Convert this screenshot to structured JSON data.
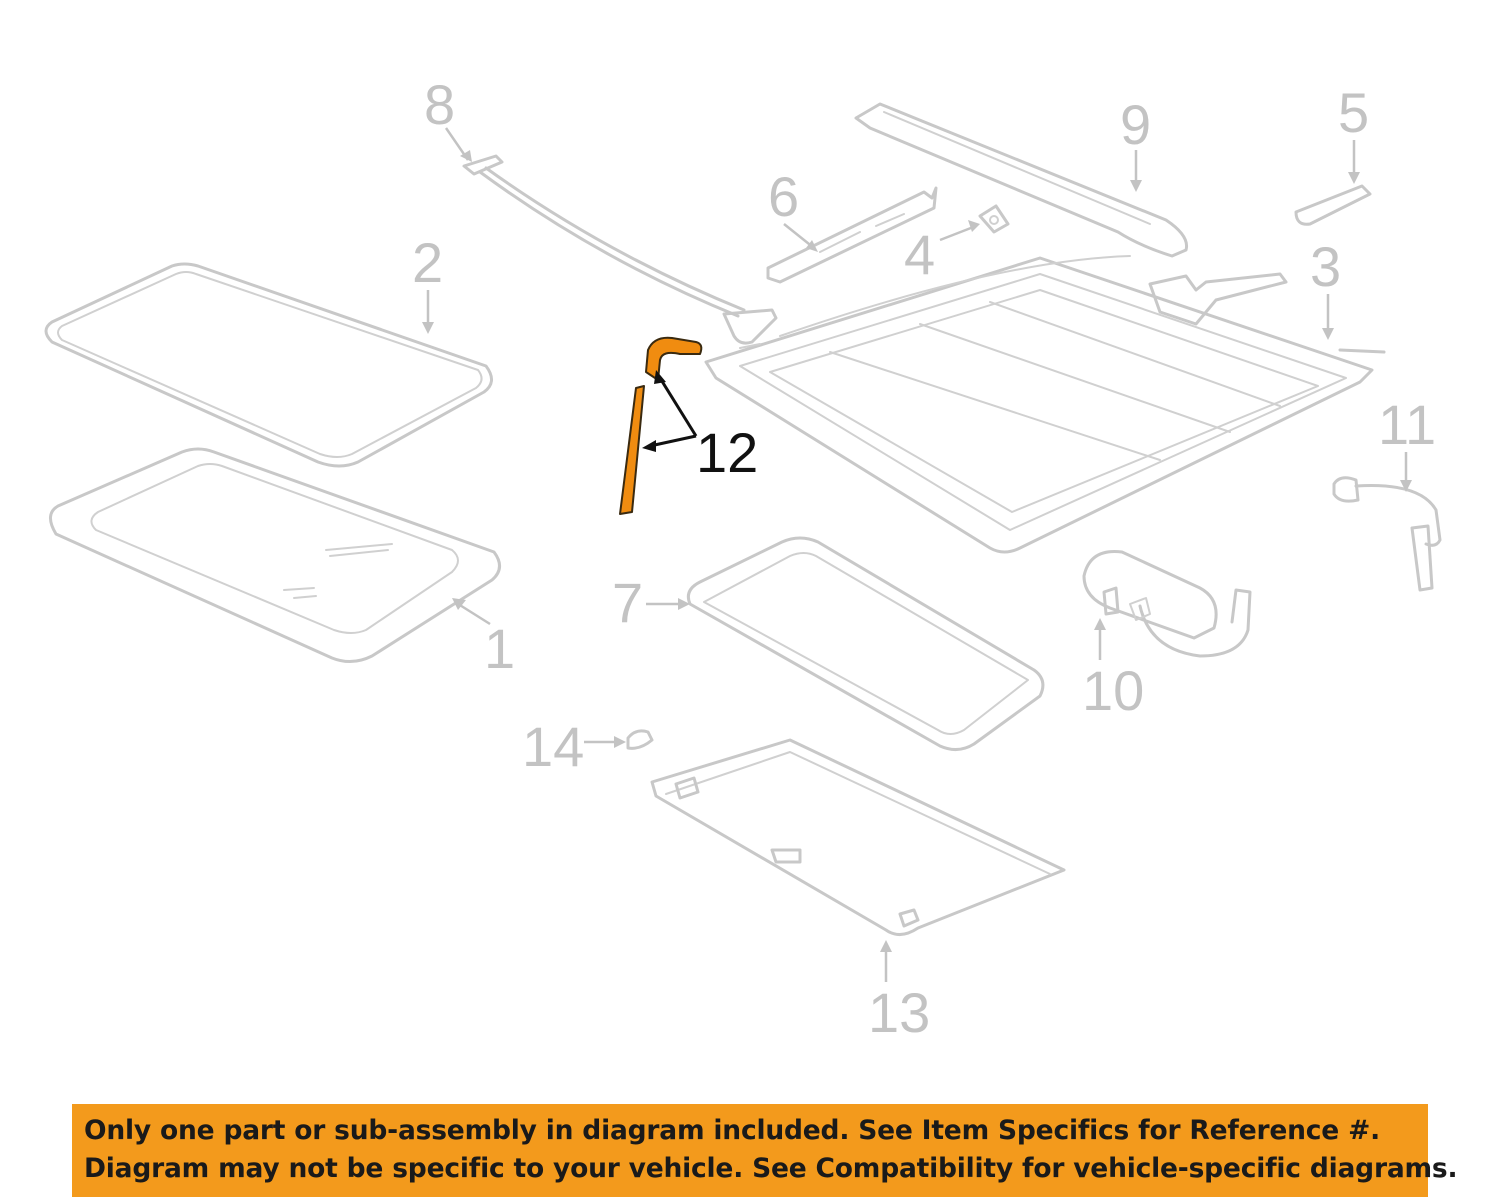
{
  "diagram": {
    "callouts": [
      {
        "id": "1",
        "label": "1"
      },
      {
        "id": "2",
        "label": "2"
      },
      {
        "id": "3",
        "label": "3"
      },
      {
        "id": "4",
        "label": "4"
      },
      {
        "id": "5",
        "label": "5"
      },
      {
        "id": "6",
        "label": "6"
      },
      {
        "id": "7",
        "label": "7"
      },
      {
        "id": "8",
        "label": "8"
      },
      {
        "id": "9",
        "label": "9"
      },
      {
        "id": "10",
        "label": "10"
      },
      {
        "id": "11",
        "label": "11"
      },
      {
        "id": "12",
        "label": "12",
        "highlighted": true
      },
      {
        "id": "13",
        "label": "13"
      },
      {
        "id": "14",
        "label": "14"
      }
    ],
    "colors": {
      "part_outline": "#c8c8c8",
      "highlight_part": "#f08c10",
      "banner_background": "#f39a1c",
      "banner_text": "#1a1a1a"
    }
  },
  "banner": {
    "line1": "Only one part or sub-assembly in diagram included. See Item Specifics for Reference #.",
    "line2": "Diagram may not be specific to your vehicle. See Compatibility for vehicle-specific diagrams."
  }
}
